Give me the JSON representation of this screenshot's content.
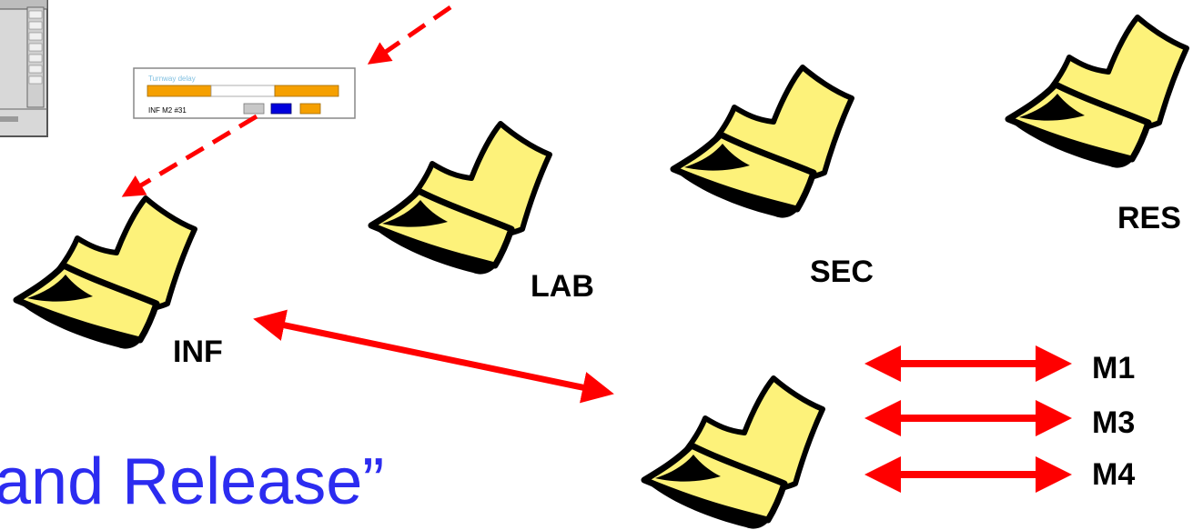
{
  "labels": {
    "inf": "INF",
    "lab": "LAB",
    "sec": "SEC",
    "res": "RES",
    "m1": "M1",
    "m3": "M3",
    "m4": "M4"
  },
  "title": "and Release”",
  "panel": {
    "header": "Turnway delay",
    "row": "INF   M2   #31"
  },
  "colors": {
    "folder_fill": "#fdf27a",
    "folder_outline": "#000000",
    "arrow": "#ff0000",
    "title": "#2c2cf0",
    "bar_orange": "#f5a000",
    "box_blue": "#0000dd",
    "box_gray": "#c8c8c8",
    "panel_header": "#7fbfe0"
  },
  "icons": [
    "server-icon",
    "folder-icon"
  ]
}
